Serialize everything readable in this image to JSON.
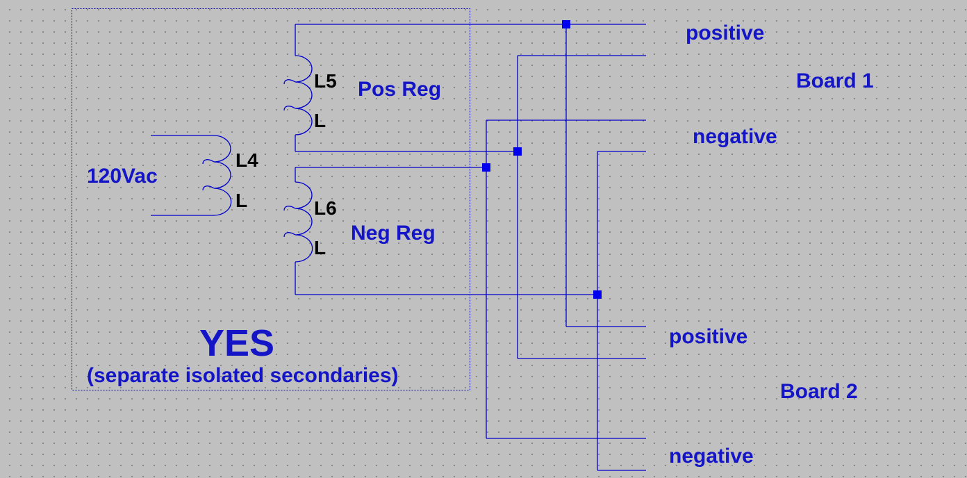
{
  "components": {
    "primary": {
      "ref": "L4",
      "value": "L",
      "source": "120Vac"
    },
    "secondary_pos": {
      "ref": "L5",
      "value": "L",
      "label": "Pos Reg"
    },
    "secondary_neg": {
      "ref": "L6",
      "value": "L",
      "label": "Neg Reg"
    }
  },
  "verdict": {
    "title": "YES",
    "subtitle": "(separate isolated secondaries)"
  },
  "boards": [
    {
      "name": "Board 1",
      "positive": "positive",
      "negative": "negative"
    },
    {
      "name": "Board 2",
      "positive": "positive",
      "negative": "negative"
    }
  ],
  "colors": {
    "wire": "#0000cc",
    "label": "#1515c8",
    "refdes": "#000000",
    "background": "#c0c0c0"
  }
}
